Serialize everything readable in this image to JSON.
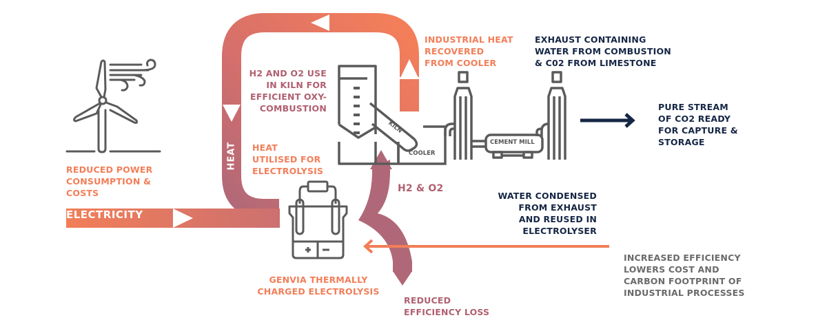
{
  "colors": {
    "orange": "#f27e58",
    "mauve": "#b06878",
    "navy": "#152645",
    "icon_grey": "#5a5a5a",
    "text_grey": "#6a6a6a"
  },
  "flows": {
    "electricity": "ELECTRICITY",
    "heat": "HEAT"
  },
  "labels": {
    "reduced_power": "REDUCED POWER\nCONSUMPTION &\nCOSTS",
    "h2_o2_kiln": "H2 AND O2 USE\nIN KILN FOR\nEFFICIENT OXY-\nCOMBUSTION",
    "heat_utilised": "HEAT\nUTILISED FOR\nELECTROLYSIS",
    "industrial_heat": "INDUSTRIAL HEAT\nRECOVERED\nFROM COOLER",
    "exhaust": "EXHAUST CONTAINING\nWATER FROM COMBUSTION\n& C02 FROM LIMESTONE",
    "pure_stream": "PURE STREAM\nOF CO2 READY\nFOR CAPTURE &\nSTORAGE",
    "h2_o2": "H2 & O2",
    "water_condensed": "WATER CONDENSED\nFROM EXHAUST\nAND REUSED IN\nELECTROLYSER",
    "genvia": "GENVIA THERMALLY\nCHARGED ELECTROLYSIS",
    "reduced_efficiency": "REDUCED\nEFFICIENCY LOSS",
    "increased_efficiency": "INCREASED EFFICIENCY\nLOWERS COST AND\nCARBON FOOTPRINT OF\nINDUSTRIAL PROCESSES"
  },
  "equipment": {
    "kiln": "KILN",
    "cooler": "COOLER",
    "cement_mill": "CEMENT MILL"
  },
  "icons": [
    "wind-turbine-icon",
    "kiln-tower-icon",
    "cooler-icon",
    "exhaust-tower-icon",
    "cement-mill-icon",
    "electrolyser-icon"
  ]
}
